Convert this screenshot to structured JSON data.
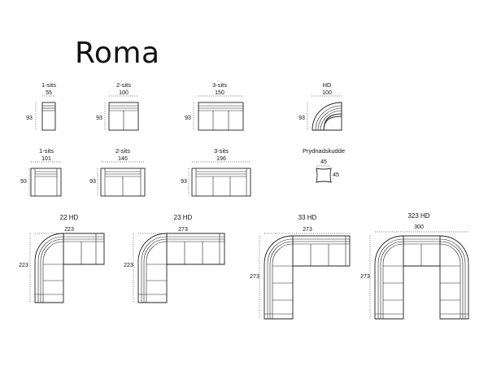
{
  "title": "Roma",
  "modules_row1": [
    {
      "name": "1-sits",
      "width": "55",
      "height": "93"
    },
    {
      "name": "2-sits",
      "width": "100",
      "height": "93"
    },
    {
      "name": "3-sits",
      "width": "150",
      "height": "93"
    },
    {
      "name": "HD",
      "width": "100",
      "height": "93"
    }
  ],
  "modules_row2": [
    {
      "name": "1-sits",
      "width": "101",
      "height": "93"
    },
    {
      "name": "2-sits",
      "width": "146",
      "height": "93"
    },
    {
      "name": "3-sits",
      "width": "196",
      "height": "93"
    },
    {
      "name": "Prydnadskudde",
      "width": "45",
      "height": "45"
    }
  ],
  "corner_sofas": [
    {
      "name": "22 HD",
      "width": "223",
      "height": "223"
    },
    {
      "name": "23 HD",
      "width": "273",
      "height": "223"
    },
    {
      "name": "33 HD",
      "width": "273",
      "height": "273"
    },
    {
      "name": "323 HD",
      "width": "300",
      "height": "273"
    }
  ]
}
